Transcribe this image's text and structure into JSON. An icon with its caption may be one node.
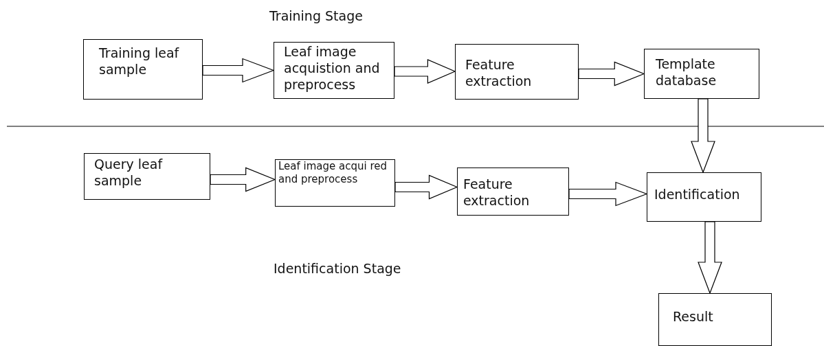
{
  "diagram": {
    "nodes": [
      {
        "text": [
          "Training leaf sample"
        ]
      },
      {
        "text": [
          "Leaf image acquistion and preprocess"
        ]
      },
      {
        "text": [
          "Feature extraction"
        ]
      },
      {
        "text": [
          "Template database"
        ]
      },
      {
        "text": [
          "Query leaf sample"
        ]
      },
      {
        "text": [
          "Leaf image acqui red and preprocess"
        ]
      },
      {
        "text": [
          "Feature extraction"
        ]
      },
      {
        "text": [
          "Identification"
        ]
      },
      {
        "text": [
          "Result"
        ]
      }
    ],
    "edges": [
      {
        "from": 0,
        "to": 1,
        "arrow": "to"
      },
      {
        "from": 1,
        "to": 2,
        "arrow": "to"
      },
      {
        "from": 2,
        "to": 3,
        "arrow": "to"
      },
      {
        "from": 3,
        "to": 7,
        "arrow": "to"
      },
      {
        "from": 4,
        "to": 5,
        "arrow": "to"
      },
      {
        "from": 5,
        "to": 6,
        "arrow": "to"
      },
      {
        "from": 6,
        "to": 7,
        "arrow": "to"
      },
      {
        "from": 7,
        "to": 8,
        "arrow": "to"
      }
    ],
    "labels": [
      "Training Stage",
      "Identification Stage"
    ]
  }
}
